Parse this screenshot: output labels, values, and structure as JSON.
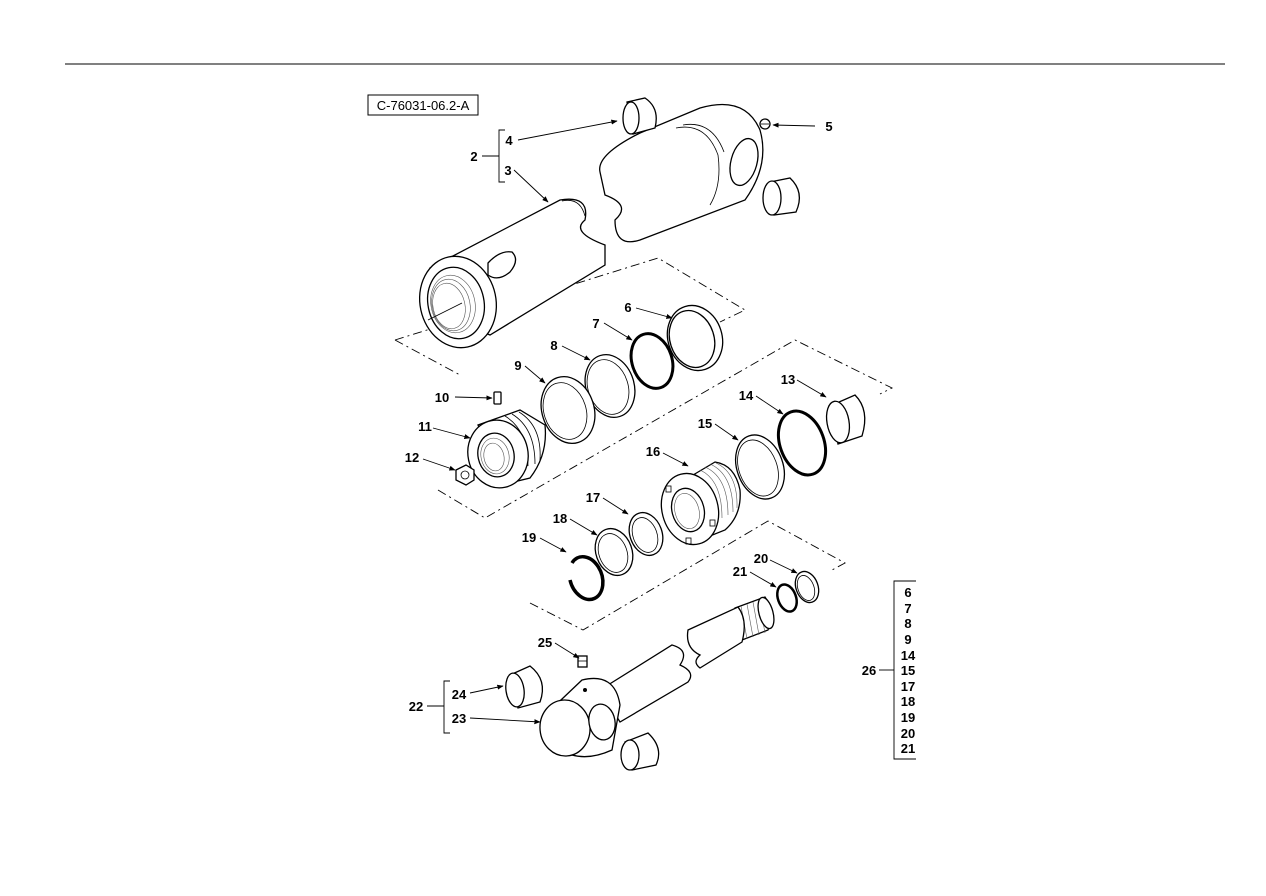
{
  "figure": {
    "reference": "C-76031-06.2-A"
  },
  "callouts": {
    "c2": "2",
    "c3": "3",
    "c4": "4",
    "c5": "5",
    "c6": "6",
    "c7": "7",
    "c8": "8",
    "c9": "9",
    "c10": "10",
    "c11": "11",
    "c12": "12",
    "c13": "13",
    "c14": "14",
    "c15": "15",
    "c16": "16",
    "c17": "17",
    "c18": "18",
    "c19": "19",
    "c20": "20",
    "c21": "21",
    "c22": "22",
    "c23": "23",
    "c24": "24",
    "c25": "25",
    "c26": "26"
  },
  "kit_26_list": [
    "6",
    "7",
    "8",
    "9",
    "14",
    "15",
    "17",
    "18",
    "19",
    "20",
    "21"
  ]
}
